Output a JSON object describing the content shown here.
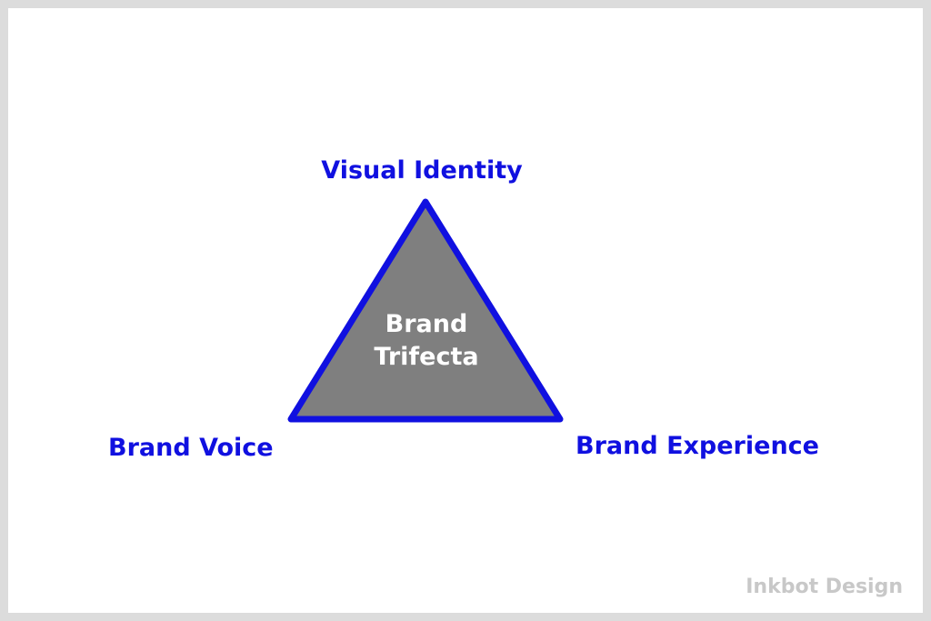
{
  "diagram": {
    "vertices": {
      "top": "Visual Identity",
      "left": "Brand Voice",
      "right": "Brand Experience"
    },
    "center": {
      "line1": "Brand",
      "line2": "Trifecta"
    }
  },
  "watermark": "Inkbot Design",
  "colors": {
    "label": "#1010e0",
    "triangle_fill": "#7f7f7f",
    "triangle_stroke": "#1010e0",
    "center_text": "#ffffff",
    "watermark": "#c8c8c8",
    "background": "#ffffff",
    "border": "#dcdcdc"
  }
}
